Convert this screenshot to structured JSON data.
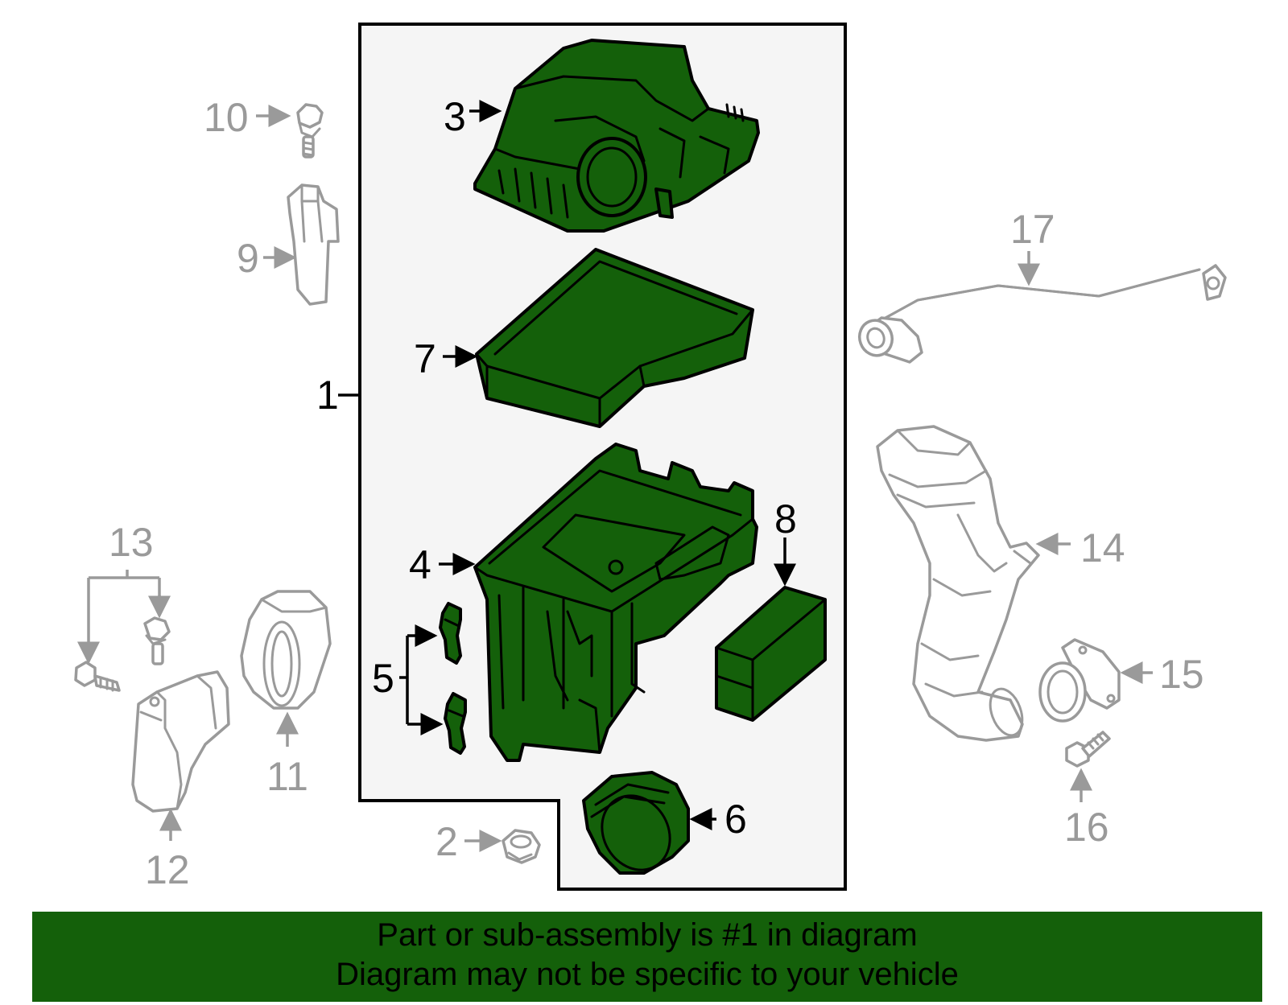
{
  "colors": {
    "highlight": "#14600a",
    "assembly_box": "#f5f5f5",
    "dim_part": "#9a9a9a",
    "banner": "#14600a"
  },
  "callouts": [
    "1",
    "2",
    "3",
    "4",
    "5",
    "6",
    "7",
    "8",
    "9",
    "10",
    "11",
    "12",
    "13",
    "14",
    "15",
    "16",
    "17"
  ],
  "banner": {
    "line1": "Part or sub-assembly is #1 in diagram",
    "line2": "Diagram may not be specific to your vehicle"
  }
}
